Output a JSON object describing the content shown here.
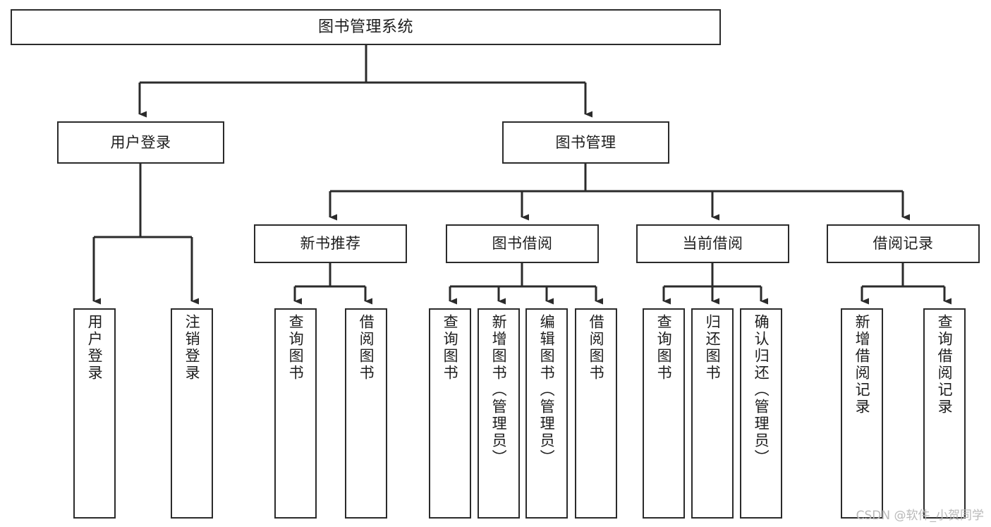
{
  "diagram": {
    "type": "tree-hierarchy",
    "title": "图书管理系统",
    "watermark": "CSDN @软件_小贺同学",
    "colors": {
      "stroke": "#2b2b2b",
      "fill": "#ffffff",
      "text": "#1d1d1d",
      "watermark": "#b9b9b9"
    },
    "levels": {
      "level1": {
        "id": "root",
        "label": "图书管理系统"
      },
      "level2": [
        {
          "id": "user-login",
          "label": "用户登录"
        },
        {
          "id": "book-management",
          "label": "图书管理"
        }
      ],
      "level3": [
        {
          "id": "new-book-recommend",
          "label": "新书推荐",
          "parent": "book-management"
        },
        {
          "id": "book-borrow",
          "label": "图书借阅",
          "parent": "book-management"
        },
        {
          "id": "current-borrow",
          "label": "当前借阅",
          "parent": "book-management"
        },
        {
          "id": "borrow-record",
          "label": "借阅记录",
          "parent": "book-management"
        }
      ],
      "leaves": {
        "user_login": [
          {
            "id": "leaf-user-login",
            "label": "用户登录"
          },
          {
            "id": "leaf-user-logout",
            "label": "注销登录"
          }
        ],
        "new_book_recommend": [
          {
            "id": "leaf-query-book-1",
            "label": "查询图书"
          },
          {
            "id": "leaf-borrow-book-1",
            "label": "借阅图书"
          }
        ],
        "book_borrow": [
          {
            "id": "leaf-query-book-2",
            "label": "查询图书"
          },
          {
            "id": "leaf-add-book",
            "label": "新增图书（管理员）"
          },
          {
            "id": "leaf-edit-book",
            "label": "编辑图书（管理员）"
          },
          {
            "id": "leaf-borrow-book-2",
            "label": "借阅图书"
          }
        ],
        "current_borrow": [
          {
            "id": "leaf-query-book-3",
            "label": "查询图书"
          },
          {
            "id": "leaf-return-book",
            "label": "归还图书"
          },
          {
            "id": "leaf-confirm-return",
            "label": "确认归还（管理员）"
          }
        ],
        "borrow_record": [
          {
            "id": "leaf-add-borrow-record",
            "label": "新增借阅记录"
          },
          {
            "id": "leaf-query-borrow-record",
            "label": "查询借阅记录"
          }
        ]
      }
    }
  }
}
